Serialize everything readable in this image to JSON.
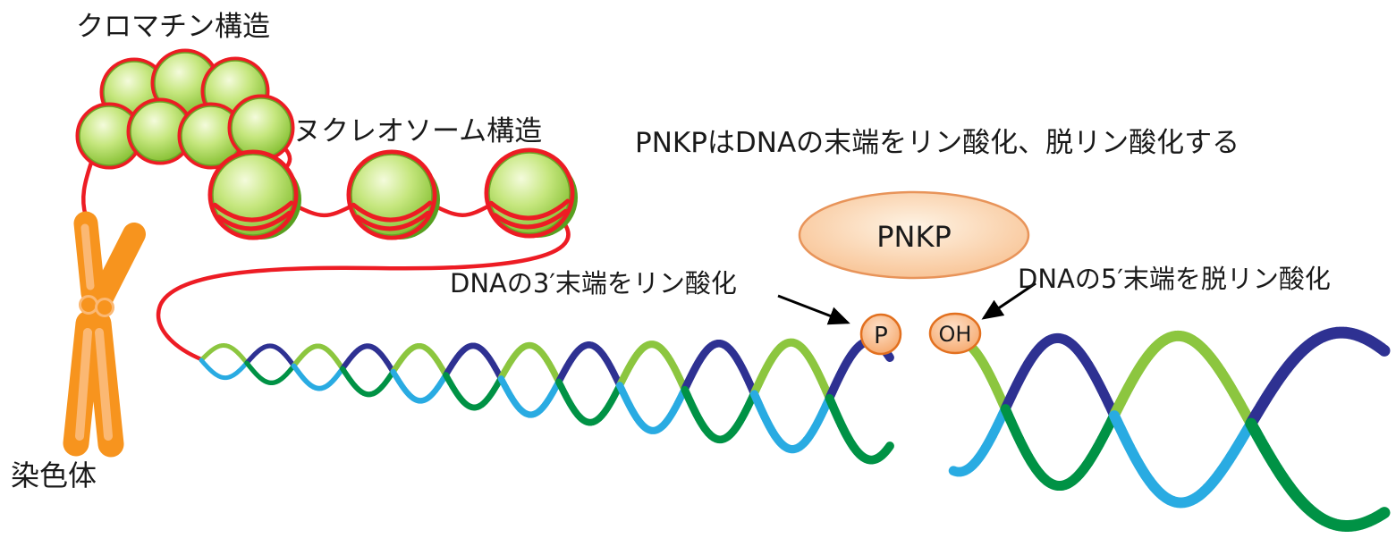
{
  "labels": {
    "chromatin": "クロマチン構造",
    "nucleosome": "ヌクレオソーム構造",
    "chromosome": "染色体",
    "pnkp_title": "PNKPはDNAの末端をリン酸化、脱リン酸化する",
    "pnkp": "PNKP",
    "phosphorylate_3prime": "DNAの3′末端をリン酸化",
    "dephosphorylate_5prime": "DNAの5′末端を脱リン酸化",
    "phosphate": "P",
    "hydroxyl": "OH"
  },
  "colors": {
    "dna_string_red": "#ED1C24",
    "nucleosome_green": "#8CC63F",
    "nucleosome_dark_green": "#57A020",
    "chromosome_orange": "#F7941E",
    "chromosome_highlight": "#FBB873",
    "helix_light_blue": "#29ABE2",
    "helix_navy": "#2E3192",
    "helix_yellow_green": "#8CC63F",
    "helix_dark_green": "#009245",
    "enzyme_edge": "#E8945A",
    "end_circle_edge": "#E2701F",
    "arrow_black": "#000000",
    "text": "#1A1A1A"
  }
}
